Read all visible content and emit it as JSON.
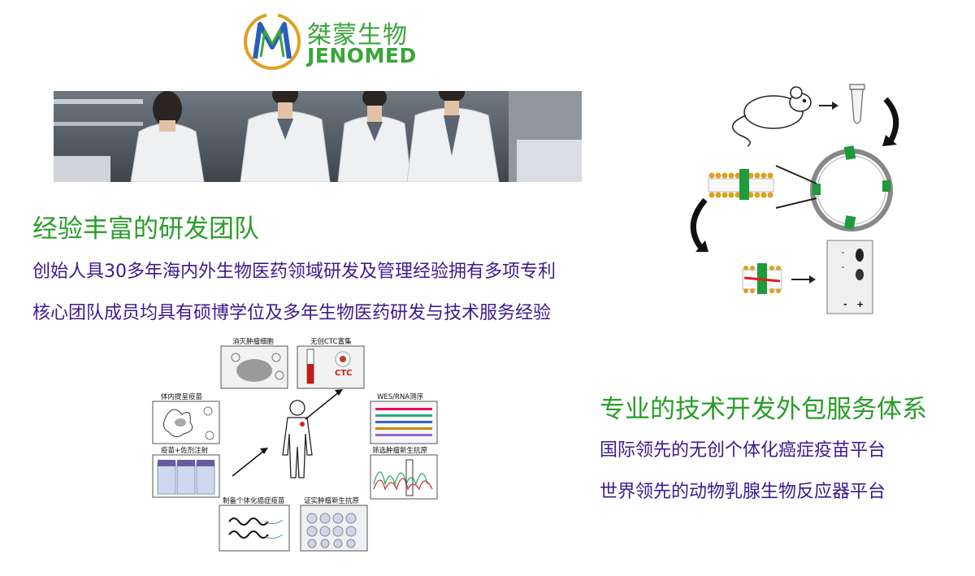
{
  "logo": {
    "brand_cn": "桀蒙生物",
    "brand_en": "JENOMED",
    "colors": {
      "green": "#3aa53a",
      "gold": "#e0a020",
      "blue": "#2a5cb8"
    }
  },
  "team": {
    "heading": "经验丰富的研发团队",
    "lines": [
      "创始人具30多年海内外生物医药领域研发及管理经验拥有多项专利",
      "核心团队成员均具有硕博学位及多年生物医药研发与技术服务经验"
    ]
  },
  "workflow": {
    "steps": [
      "消灭肿瘤细胞",
      "无创CTC富集",
      "WES/RNA测序",
      "筛选肿瘤新生抗原",
      "证实肿瘤新生抗原",
      "制备个体化癌症疫苗",
      "疫苗+佐剂注射",
      "体内提呈疫苗"
    ],
    "ctc_label": "CTC"
  },
  "bioreactor": {
    "gel_lanes": [
      "-",
      "+"
    ]
  },
  "service": {
    "heading": "专业的技术开发外包服务体系",
    "lines": [
      "国际领先的无创个体化癌症疫苗平台",
      "世界领先的动物乳腺生物反应器平台"
    ]
  },
  "colors": {
    "heading_green": "#2a9d2a",
    "text_purple": "#3d1a8f"
  }
}
